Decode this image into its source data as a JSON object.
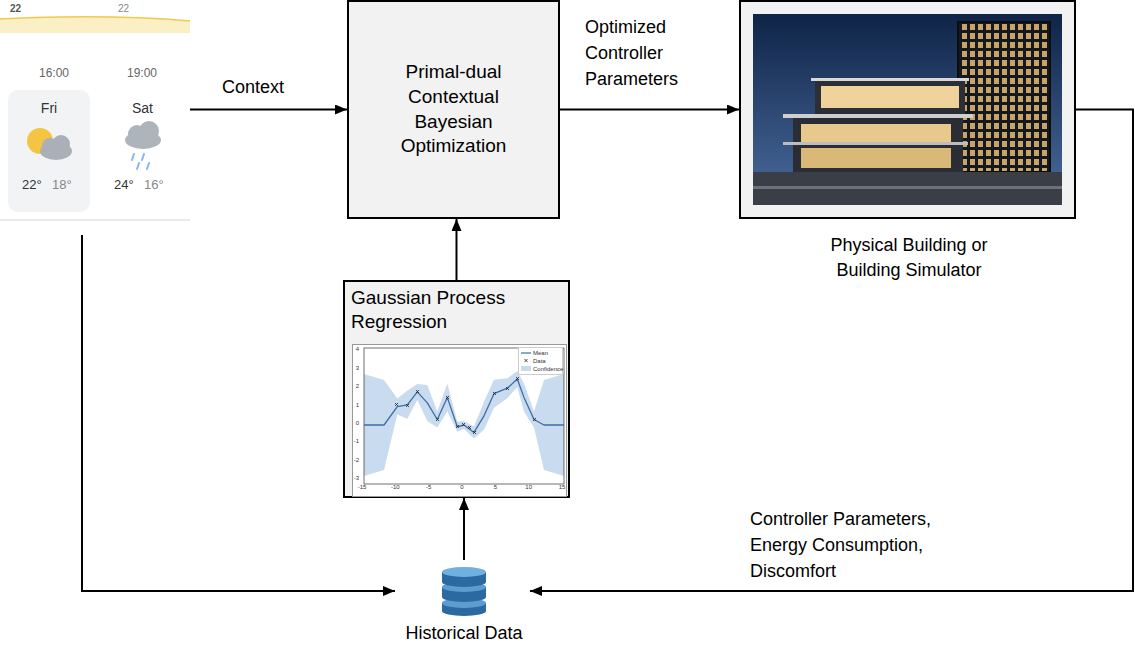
{
  "diagram": {
    "nodes": [
      {
        "text": [
          "22",
          "22",
          "16:00",
          "19:00",
          "Fri",
          "22°",
          "18°",
          "Sat",
          "24°",
          "16°"
        ]
      },
      {
        "text": [
          "Primal-dual Contextual Bayesian Optimization"
        ]
      },
      {
        "text": [
          "Physical Building or Building Simulator"
        ]
      },
      {
        "text": [
          "Gaussian Process Regression"
        ]
      },
      {
        "text": [
          "Historical Data"
        ]
      }
    ],
    "edges": [
      {
        "from": 0,
        "to": 1,
        "label": "Context",
        "arrow": "to"
      },
      {
        "from": 1,
        "to": 2,
        "label": "Optimized Controller Parameters",
        "arrow": "to"
      },
      {
        "from": 3,
        "to": 1,
        "arrow": "to"
      },
      {
        "from": 4,
        "to": 3,
        "arrow": "to"
      },
      {
        "from": 0,
        "to": 4,
        "arrow": "to"
      },
      {
        "from": 2,
        "to": 4,
        "label": "Controller Parameters, Energy Consumption, Discomfort",
        "arrow": "to"
      }
    ],
    "labels": [
      "-15",
      "-10",
      "-5",
      "0",
      "5",
      "10",
      "15",
      "4",
      "3",
      "2",
      "1",
      "0",
      "-1",
      "-2",
      "-3"
    ],
    "legend": [
      {
        "text": "Mean"
      },
      {
        "text": "Data"
      },
      {
        "text": "Confidence",
        "color": "#c9dbef"
      }
    ]
  }
}
